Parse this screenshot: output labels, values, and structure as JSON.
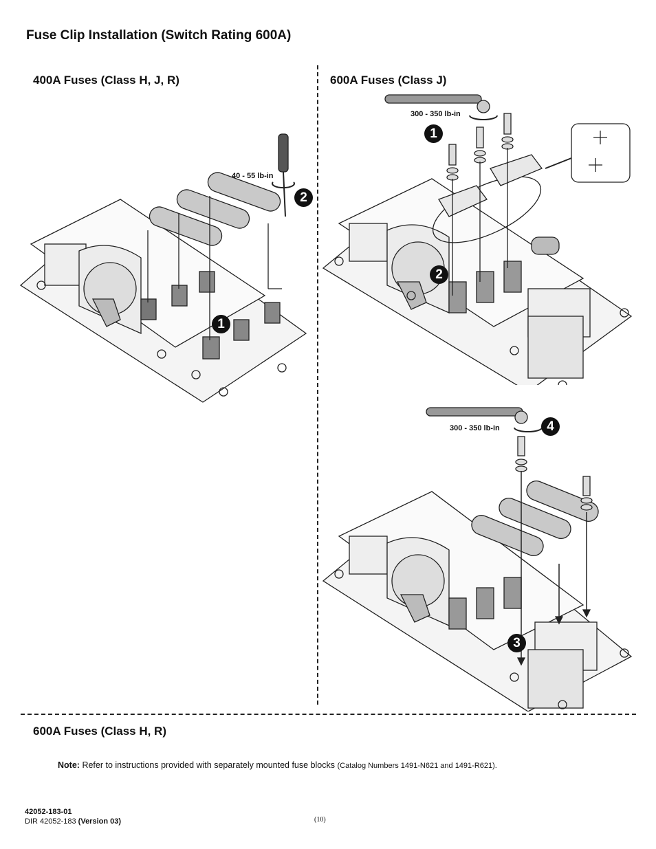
{
  "title": "Fuse Clip Installation (Switch Rating 600A)",
  "sections": {
    "left": "400A Fuses (Class H, J, R)",
    "right": "600A Fuses (Class J)",
    "bottom": "600A Fuses (Class H, R)"
  },
  "torque": {
    "screwdriver": "40 - 55 lb-in",
    "ratchet_top": "300 - 350 lb-in",
    "ratchet_bottom": "300 - 350 lb-in"
  },
  "steps": {
    "left_1": "1",
    "left_2": "2",
    "right_top_1": "1",
    "right_top_2": "2",
    "right_bottom_3": "3",
    "right_bottom_4": "4"
  },
  "note": {
    "label": "Note:",
    "text": "Refer to instructions provided with separately mounted fuse blocks",
    "catalog": "(Catalog Numbers 1491-N621 and 1491-R621)."
  },
  "footer": {
    "doc_number": "42052-183-01",
    "dir_prefix": "DIR 42052-183",
    "version": "(Version 03)",
    "page": "(10)"
  }
}
